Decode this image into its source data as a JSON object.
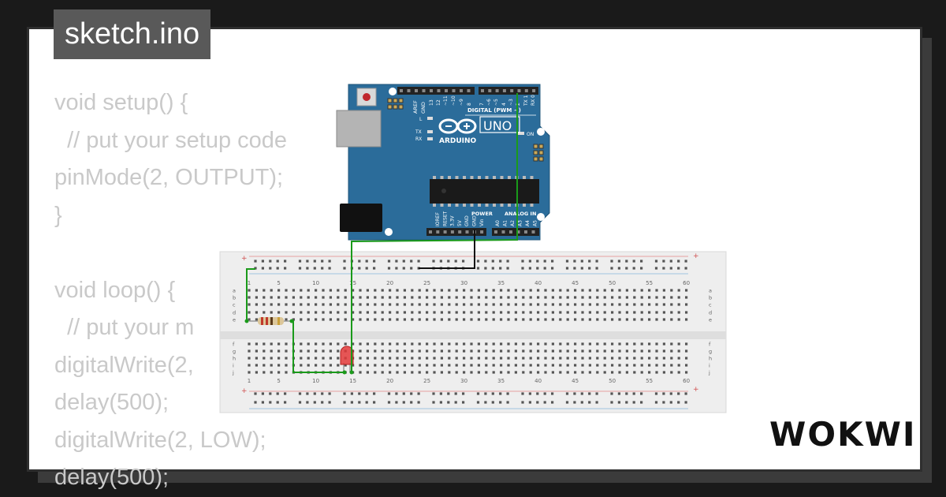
{
  "tab": {
    "filename": "sketch.ino"
  },
  "code": {
    "lines": [
      "void setup() {",
      "  // put your setup code",
      "pinMode(2, OUTPUT);",
      "}",
      "",
      "void loop() {",
      "  // put your m",
      "digitalWrite(2,",
      "delay(500);",
      "digitalWrite(2, LOW);",
      "delay(500);"
    ]
  },
  "arduino": {
    "brand": "ARDUINO",
    "model": "UNO",
    "digital_label": "DIGITAL (PWM ~)",
    "power_label": "POWER",
    "analog_label": "ANALOG IN",
    "aref": "AREF",
    "gnd": "GND",
    "on_label": "ON",
    "l_label": "L",
    "tx_label": "TX",
    "rx_label": "RX",
    "digital_pins": [
      "13",
      "12",
      "~11",
      "~10",
      "~9",
      "8",
      "7",
      "~6",
      "~5",
      "4",
      "~3",
      "2",
      "TX 1",
      "RX 0"
    ],
    "power_pins": [
      "IOREF",
      "RESET",
      "3.3V",
      "5V",
      "GND",
      "GND",
      "Vin"
    ],
    "analog_pins": [
      "A0",
      "A1",
      "A2",
      "A3",
      "A4",
      "A5"
    ]
  },
  "breadboard": {
    "col_numbers": [
      "1",
      "5",
      "10",
      "15",
      "20",
      "25",
      "30",
      "35",
      "40",
      "45",
      "50",
      "55",
      "60"
    ],
    "rows_top": [
      "a",
      "b",
      "c",
      "d",
      "e"
    ],
    "rows_bottom": [
      "f",
      "g",
      "h",
      "i",
      "j"
    ],
    "plus": "+",
    "minus": "-"
  },
  "brand": {
    "logo": "WOKWI"
  },
  "colors": {
    "board_blue": "#2b6c9a",
    "wire_green": "#1a9a1a",
    "wire_black": "#111111",
    "led_red": "#e33a3a",
    "code_gray": "#c9c9c9"
  }
}
